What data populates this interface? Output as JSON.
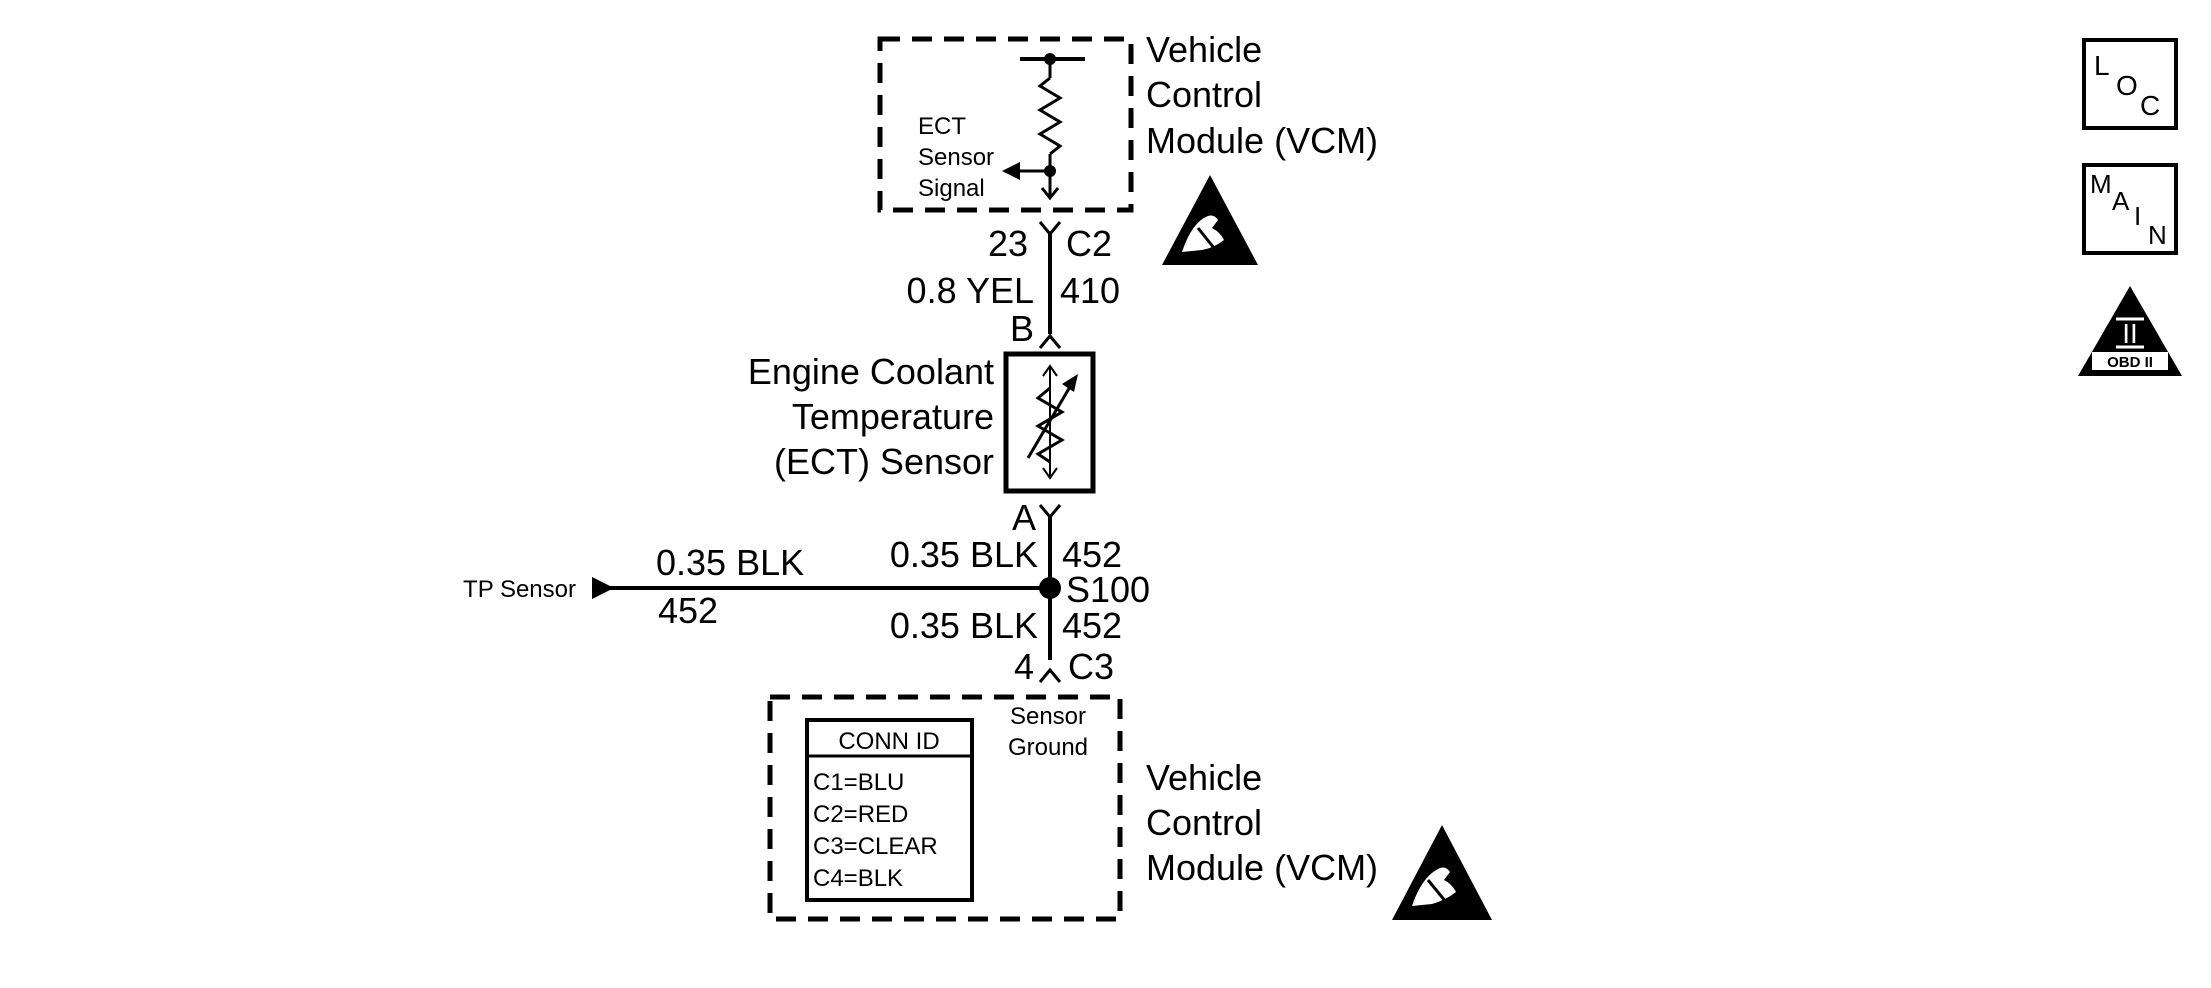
{
  "top_module": {
    "name_lines": [
      "Vehicle",
      "Control",
      "Module (VCM)"
    ],
    "signal_lines": [
      "ECT",
      "Sensor",
      "Signal"
    ]
  },
  "connector_c2": {
    "pin": "23",
    "id": "C2"
  },
  "wire_top": {
    "gauge_color": "0.8 YEL",
    "circuit": "410"
  },
  "sensor": {
    "pin_b": "B",
    "pin_a": "A",
    "name_lines": [
      "Engine Coolant",
      "Temperature",
      "(ECT) Sensor"
    ]
  },
  "wire_mid_upper": {
    "gauge_color": "0.35 BLK",
    "circuit": "452"
  },
  "splice": {
    "id": "S100"
  },
  "tp_branch": {
    "destination": "TP Sensor",
    "gauge_color": "0.35 BLK",
    "circuit": "452"
  },
  "wire_mid_lower": {
    "gauge_color": "0.35 BLK",
    "circuit": "452"
  },
  "connector_c3": {
    "pin": "4",
    "id": "C3"
  },
  "bottom_module": {
    "name_lines": [
      "Vehicle",
      "Control",
      "Module (VCM)"
    ],
    "ground_lines": [
      "Sensor",
      "Ground"
    ]
  },
  "conn_id_table": {
    "header": "CONN ID",
    "rows": [
      "C1=BLU",
      "C2=RED",
      "C3=CLEAR",
      "C4=BLK"
    ]
  },
  "side_icons": {
    "loc": [
      "L",
      "O",
      "C"
    ],
    "main": [
      "M",
      "A",
      "I",
      "N"
    ],
    "obd": {
      "numeral": "II",
      "label": "OBD II"
    }
  }
}
